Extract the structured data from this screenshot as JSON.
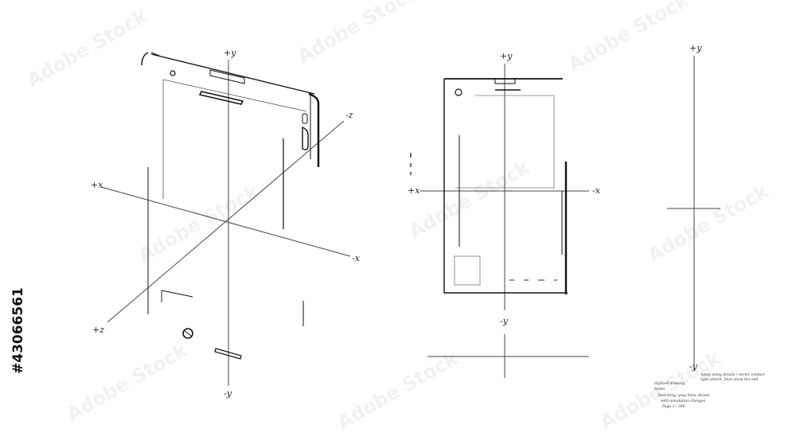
{
  "axes": {
    "left": {
      "plus_y": "+y",
      "minus_y": "-y",
      "plus_x": "+x",
      "minus_x": "-x",
      "plus_z": "+z",
      "minus_z": "-z"
    },
    "middle": {
      "plus_y": "+y",
      "minus_y": "-y",
      "plus_x": "+x",
      "minus_x": "-x"
    },
    "right": {
      "plus_y": "+y",
      "minus_y": "-y"
    }
  },
  "notes": {
    "left": [
      "Stylized drawing",
      "Notes",
      "Sketching: gray lines, drawn",
      "with annotation changes",
      "Page 3 / 368"
    ],
    "right": [
      "Apply using details / vector contact",
      "light sketch, lines show the end"
    ]
  },
  "watermark": {
    "text": "Adobe Stock",
    "stock_number": "#43066561"
  },
  "colors": {
    "ink": "#111111",
    "thin_line": "#555555",
    "background": "#ffffff",
    "watermark": "#e6e6e6"
  }
}
